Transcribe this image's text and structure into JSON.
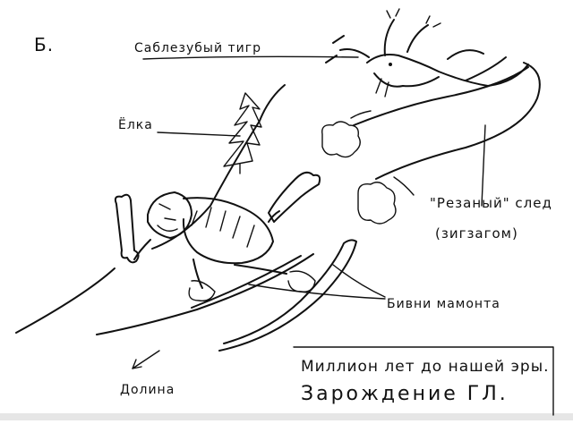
{
  "page_letter": "Б.",
  "labels": {
    "tiger": "Саблезубый тигр",
    "tree": "Ёлка",
    "track_line1": "\"Резаный\" след",
    "track_line2": "(зигзагом)",
    "tusks": "Бивни мамонта",
    "valley": "Долина"
  },
  "caption": {
    "line1": "Миллион лет до нашей эры.",
    "line2": "Зарождение ГЛ."
  },
  "colors": {
    "ink": "#111111",
    "paper": "#ffffff"
  }
}
